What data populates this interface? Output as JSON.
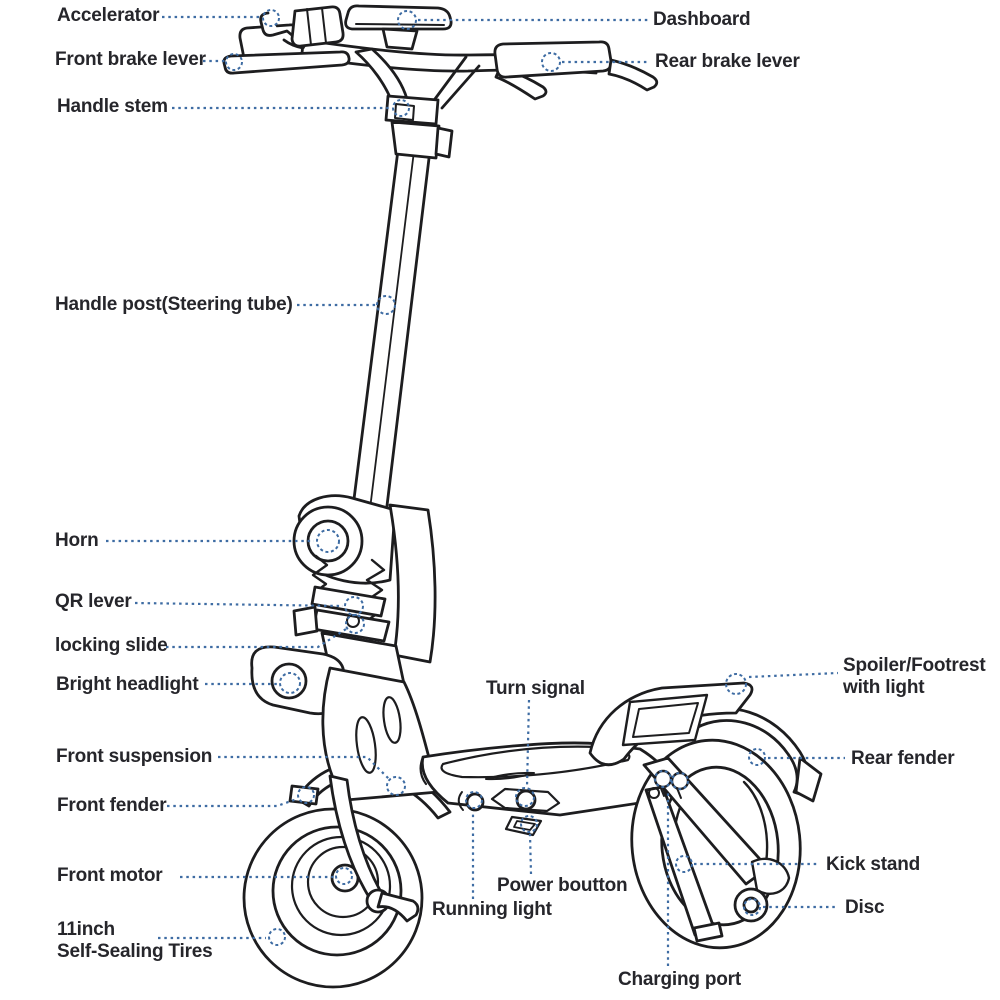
{
  "diagram": {
    "title": "Electric kick scooter — labeled parts diagram",
    "style": "black outline line-art with blue dotted callout leaders",
    "colors": {
      "background": "#ffffff",
      "label_text": "#26262b",
      "leader_line": "#3e6ca3",
      "line_art": "#1d1d1f"
    },
    "labels": [
      {
        "id": "accelerator",
        "text": "Accelerator"
      },
      {
        "id": "front-brake-lever",
        "text": "Front brake lever"
      },
      {
        "id": "handle-stem",
        "text": "Handle stem"
      },
      {
        "id": "handle-post",
        "text": "Handle post(Steering tube)"
      },
      {
        "id": "horn",
        "text": "Horn"
      },
      {
        "id": "qr-lever",
        "text": "QR lever"
      },
      {
        "id": "locking-slide",
        "text": "locking slide"
      },
      {
        "id": "bright-headlight",
        "text": "Bright headlight"
      },
      {
        "id": "front-suspension",
        "text": "Front suspension"
      },
      {
        "id": "front-fender",
        "text": "Front fender"
      },
      {
        "id": "front-motor",
        "text": "Front motor"
      },
      {
        "id": "tires",
        "text": "11inch\nSelf-Sealing Tires"
      },
      {
        "id": "turn-signal",
        "text": "Turn signal"
      },
      {
        "id": "power-button",
        "text": "Power boutton"
      },
      {
        "id": "running-light",
        "text": "Running light"
      },
      {
        "id": "charging-port",
        "text": "Charging port"
      },
      {
        "id": "dashboard",
        "text": "Dashboard"
      },
      {
        "id": "rear-brake-lever",
        "text": "Rear brake lever"
      },
      {
        "id": "spoiler-footrest",
        "text": "Spoiler/Footrest\nwith light"
      },
      {
        "id": "rear-fender",
        "text": "Rear fender"
      },
      {
        "id": "kick-stand",
        "text": "Kick stand"
      },
      {
        "id": "disc",
        "text": "Disc"
      }
    ]
  }
}
